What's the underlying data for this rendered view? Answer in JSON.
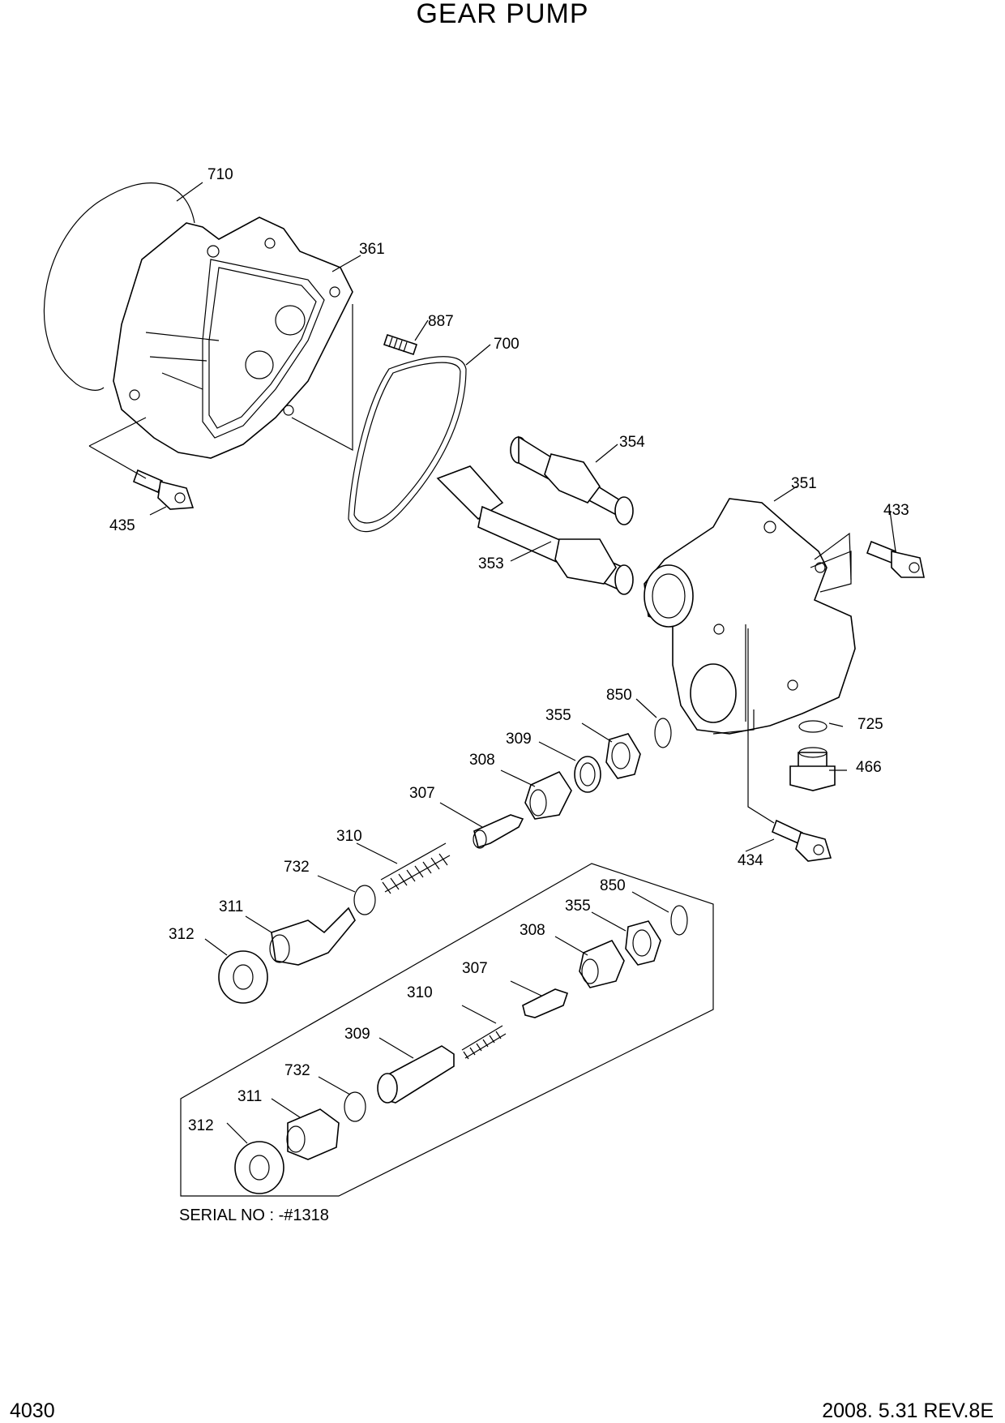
{
  "title": "GEAR PUMP",
  "page_number": "4030",
  "revision": "2008. 5.31  REV.8E",
  "serial_note": "SERIAL NO : -#1318",
  "callouts": {
    "c710": "710",
    "c361": "361",
    "c887": "887",
    "c700": "700",
    "c354": "354",
    "c351": "351",
    "c433": "433",
    "c435": "435",
    "c353": "353",
    "c850a": "850",
    "c355a": "355",
    "c309a": "309",
    "c308a": "308",
    "c725": "725",
    "c466": "466",
    "c307a": "307",
    "c310a": "310",
    "c434": "434",
    "c732a": "732",
    "c311a": "311",
    "c312a": "312",
    "c850b": "850",
    "c355b": "355",
    "c308b": "308",
    "c307b": "307",
    "c310b": "310",
    "c309b": "309",
    "c732b": "732",
    "c311b": "311",
    "c312b": "312"
  }
}
